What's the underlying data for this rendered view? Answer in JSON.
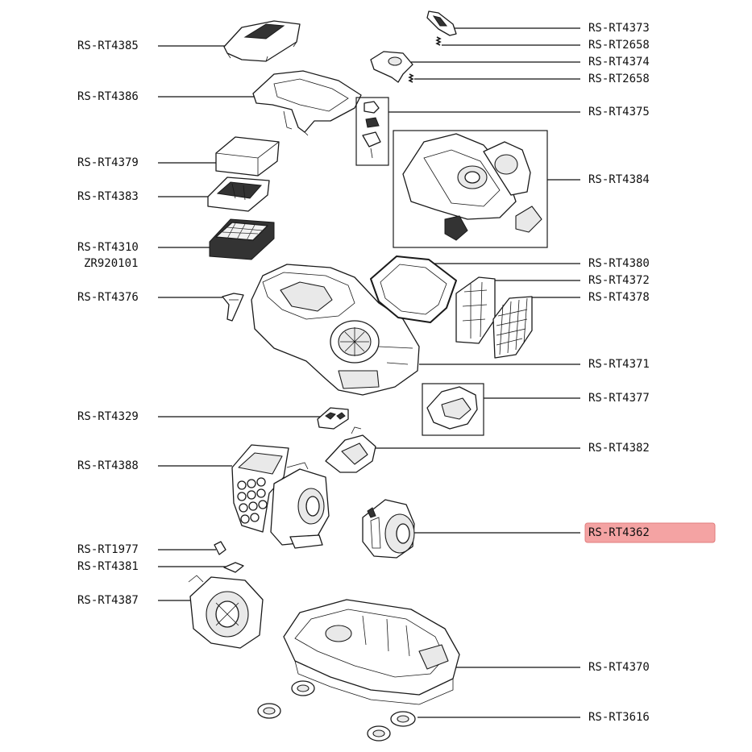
{
  "colors": {
    "highlight_fill": "#f4a3a3",
    "highlight_stroke": "#e07c7c",
    "line": "#111111"
  },
  "highlighted_label": "RS-RT4362",
  "labels": {
    "rs_rt4385": "RS-RT4385",
    "rs_rt4386": "RS-RT4386",
    "rs_rt4379": "RS-RT4379",
    "rs_rt4383": "RS-RT4383",
    "rs_rt4310": "RS-RT4310",
    "zr920101": "ZR920101",
    "rs_rt4376": "RS-RT4376",
    "rs_rt4329": "RS-RT4329",
    "rs_rt4388": "RS-RT4388",
    "rs_rt1977": "RS-RT1977",
    "rs_rt4381": "RS-RT4381",
    "rs_rt4387": "RS-RT4387",
    "rs_rt4373": "RS-RT4373",
    "rs_rt2658_a": "RS-RT2658",
    "rs_rt4374": "RS-RT4374",
    "rs_rt2658_b": "RS-RT2658",
    "rs_rt4375": "RS-RT4375",
    "rs_rt4384": "RS-RT4384",
    "rs_rt4380": "RS-RT4380",
    "rs_rt4372": "RS-RT4372",
    "rs_rt4378": "RS-RT4378",
    "rs_rt4371": "RS-RT4371",
    "rs_rt4377": "RS-RT4377",
    "rs_rt4382": "RS-RT4382",
    "rs_rt4362": "RS-RT4362",
    "rs_rt4370": "RS-RT4370",
    "rs_rt3616": "RS-RT3616"
  }
}
